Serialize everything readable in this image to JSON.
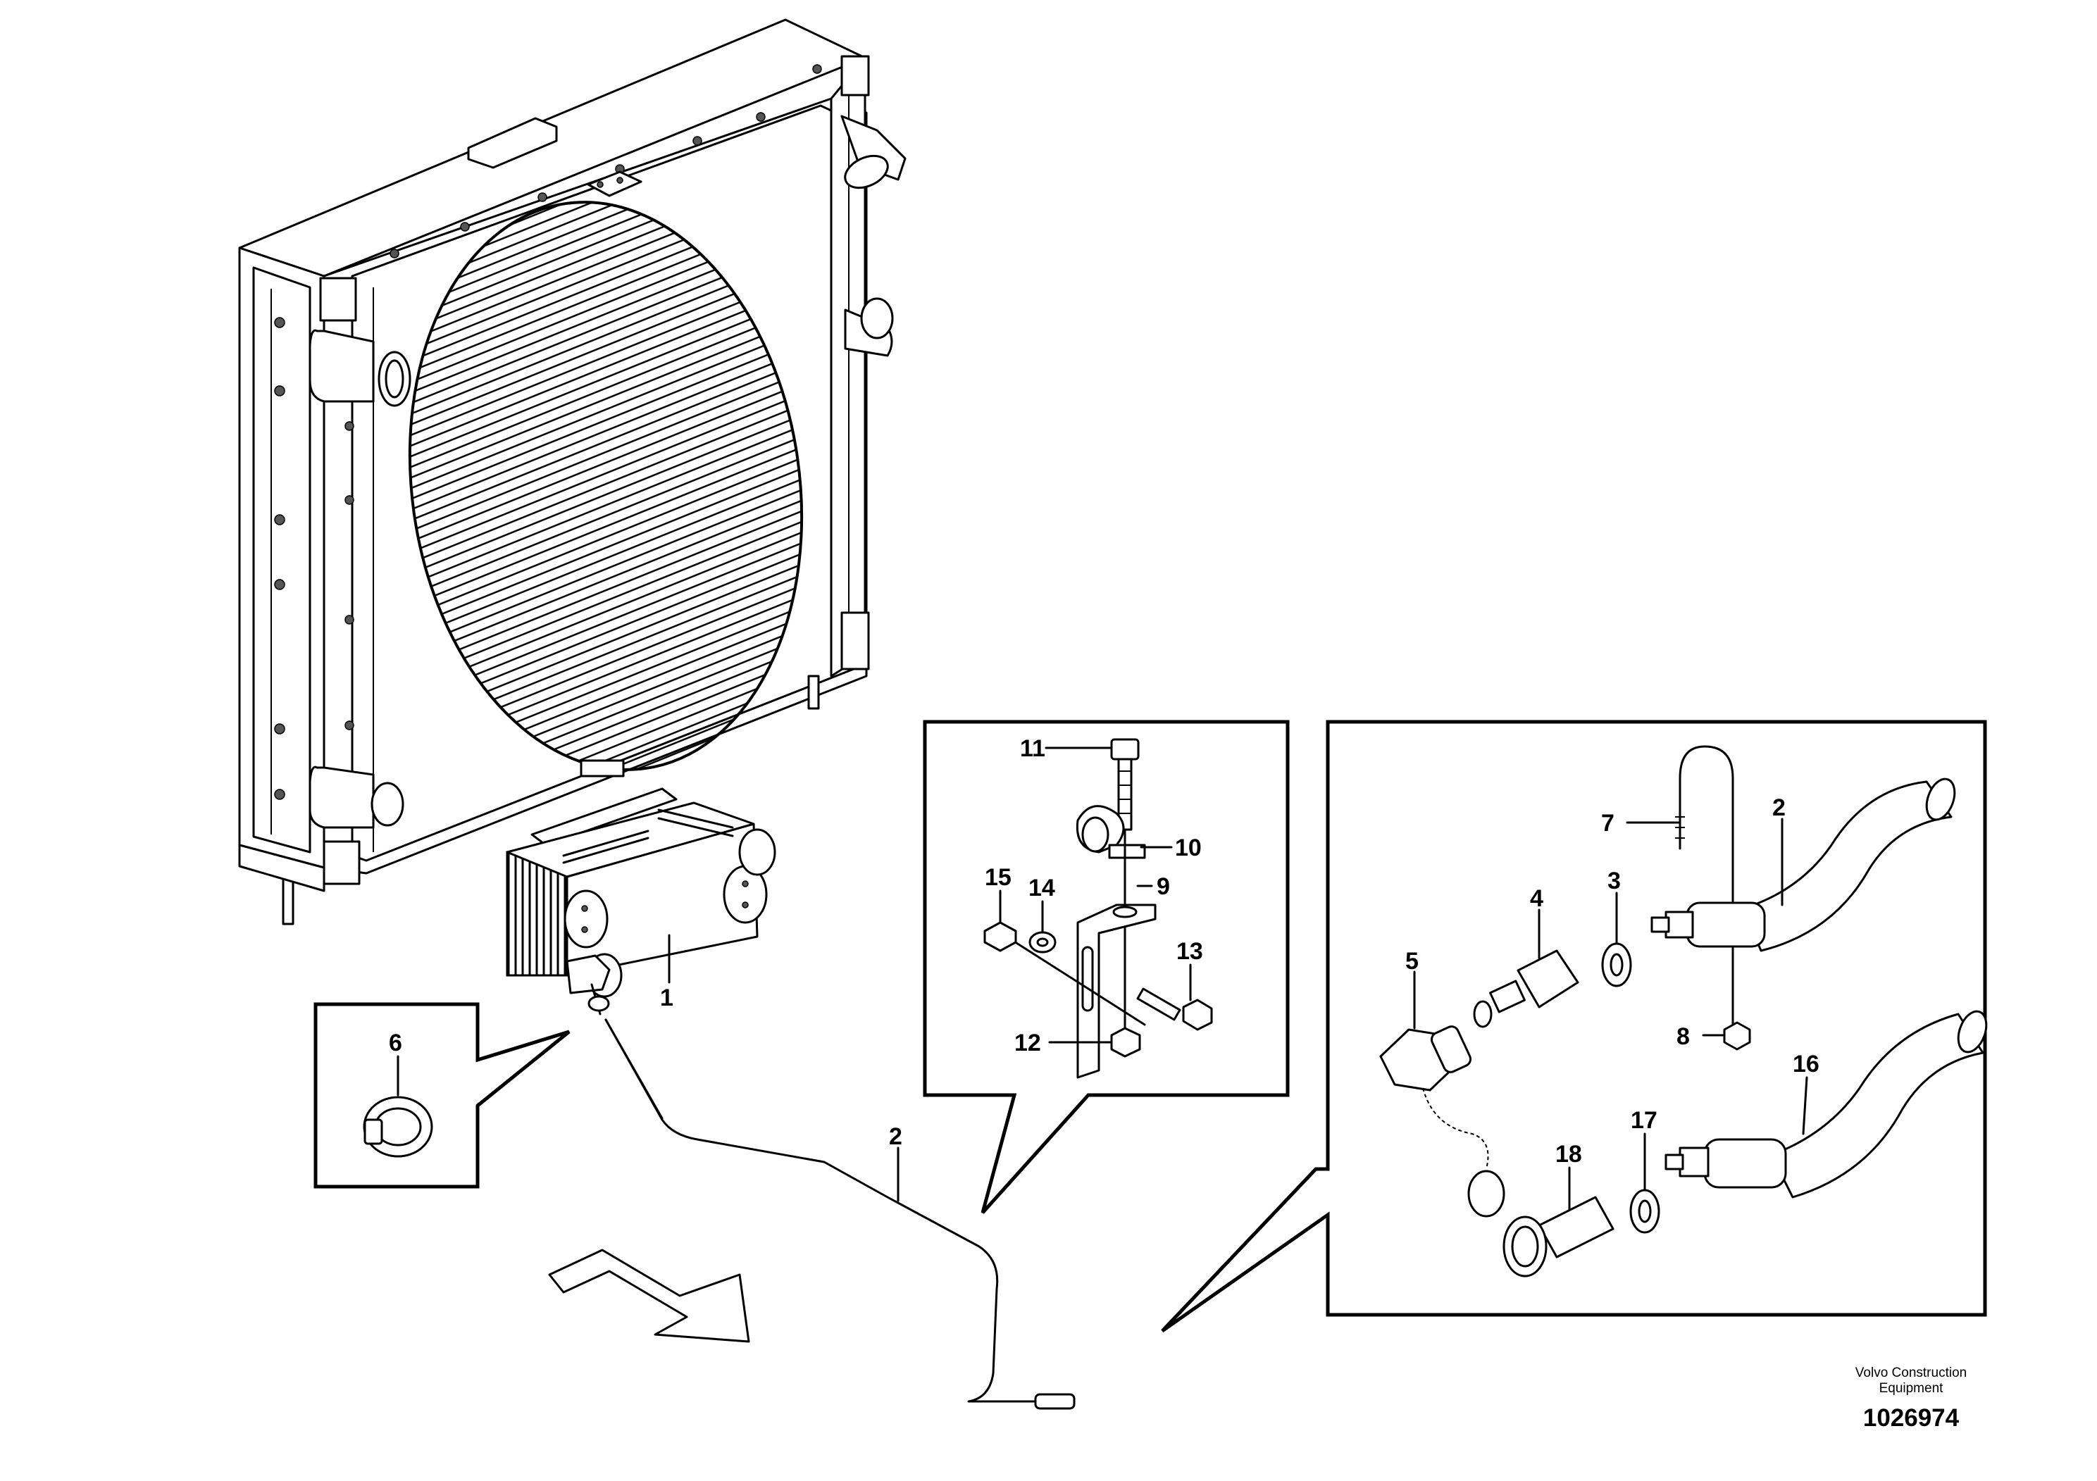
{
  "callouts": {
    "c1": "1",
    "c2_main": "2",
    "c2_detail": "2",
    "c3": "3",
    "c4": "4",
    "c5": "5",
    "c6": "6",
    "c7": "7",
    "c8": "8",
    "c9": "9",
    "c10": "10",
    "c11": "11",
    "c12": "12",
    "c13": "13",
    "c14": "14",
    "c15": "15",
    "c16": "16",
    "c17": "17",
    "c18": "18"
  },
  "footer": {
    "credit_line1": "Volvo Construction",
    "credit_line2": "Equipment",
    "part_number": "1026974"
  }
}
